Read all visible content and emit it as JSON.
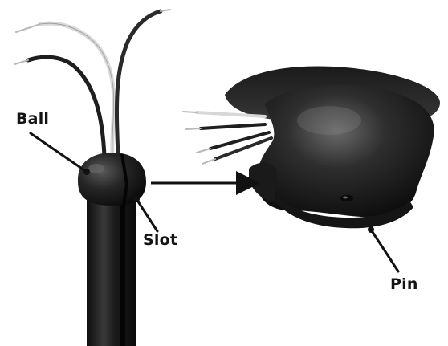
{
  "labels": {
    "ball": "Ball",
    "slot": "Slot",
    "pin": "Pin"
  },
  "colors": {
    "background": "#ffffff",
    "downrod": "#1b1b1b",
    "housing": "#2a2a2a",
    "wire_black": "#1e1e1e",
    "wire_white": "#e6e6e6",
    "wire_copper_tip": "#b9b9b9",
    "leader_line": "#111111"
  }
}
